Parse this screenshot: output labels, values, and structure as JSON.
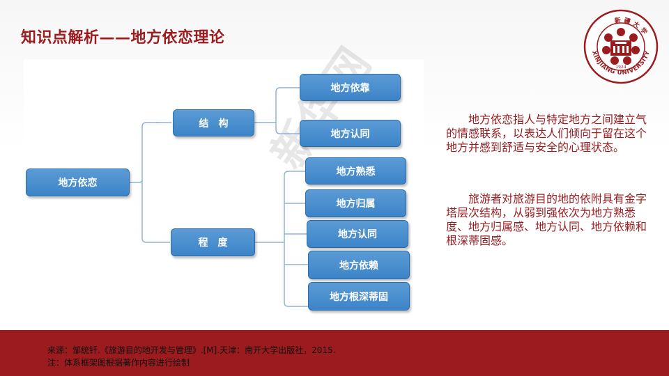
{
  "slide": {
    "title": "知识点解析——地方依恋理论",
    "logo": {
      "type": "university-seal",
      "text_top": "新疆大学",
      "text_bottom": "XINJIANG UNIVERSITY",
      "year": "1924",
      "color": "#9b1b1e"
    },
    "diagram": {
      "root": "地方依恋",
      "branches": [
        {
          "label": "结　构",
          "children": [
            "地方依靠",
            "地方认同"
          ]
        },
        {
          "label": "程　度",
          "children": [
            "地方熟悉",
            "地方归属",
            "地方认同",
            "地方依赖",
            "地方根深蒂固"
          ]
        }
      ],
      "box_color": "#4a8fd0",
      "connector_color": "#8fb3d9"
    },
    "watermark": "新华网",
    "description": {
      "paragraph1": "地方依恋指人与特定地方之间建立气的情感联系，以表达人们倾向于留在这个地方并感到舒适与安全的心理状态。",
      "paragraph2": "旅游者对旅游目的地的依附具有金字塔层次结构，从弱到强依次为地方熟悉度、地方归属感、地方认同、地方依赖和根深蒂固感。"
    },
    "footer": {
      "source": "来源：邹统钎.《旅游目的地开发与管理》.[M].天津：南开大学出版社，2015.",
      "note": "注：体系框架图根据著作内容进行绘制",
      "color": "#9b1b1e"
    }
  }
}
